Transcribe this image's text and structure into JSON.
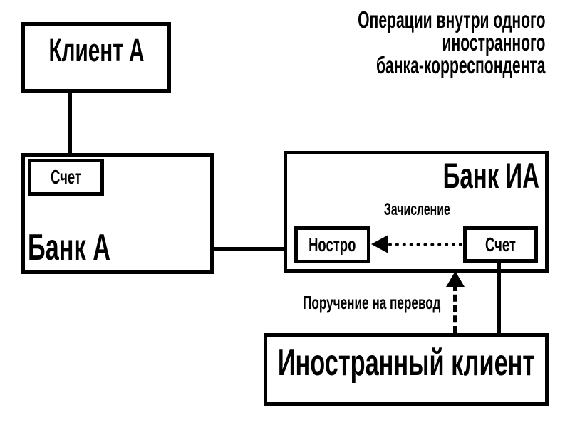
{
  "title": {
    "lines": [
      "Операции внутри одного",
      "иностранного",
      "банка-корреспондента"
    ]
  },
  "boxes": {
    "client_a": {
      "label": "Клиент А"
    },
    "bank_a": {
      "label": "Банк А",
      "account": {
        "label": "Счет"
      }
    },
    "bank_ia": {
      "label": "Банк ИА",
      "nostro": {
        "label": "Ностро"
      },
      "account": {
        "label": "Счет"
      }
    },
    "foreign_client": {
      "label": "Иностранный клиент"
    }
  },
  "arrows": {
    "crediting": {
      "label": "Зачисление",
      "style": "dotted",
      "direction": "right-to-left",
      "from": "bank_ia.account",
      "to": "bank_ia.nostro"
    },
    "transfer_order": {
      "label": "Поручение на перевод",
      "style": "dashed",
      "direction": "bottom-to-top",
      "from": "foreign_client",
      "to": "bank_ia"
    }
  },
  "connectors": [
    {
      "from": "client_a",
      "to": "bank_a.account",
      "style": "solid"
    },
    {
      "from": "bank_a",
      "to": "bank_ia.nostro",
      "style": "solid"
    },
    {
      "from": "bank_ia.account",
      "to": "foreign_client",
      "style": "solid"
    }
  ],
  "colors": {
    "line": "#000000",
    "background": "#ffffff"
  }
}
